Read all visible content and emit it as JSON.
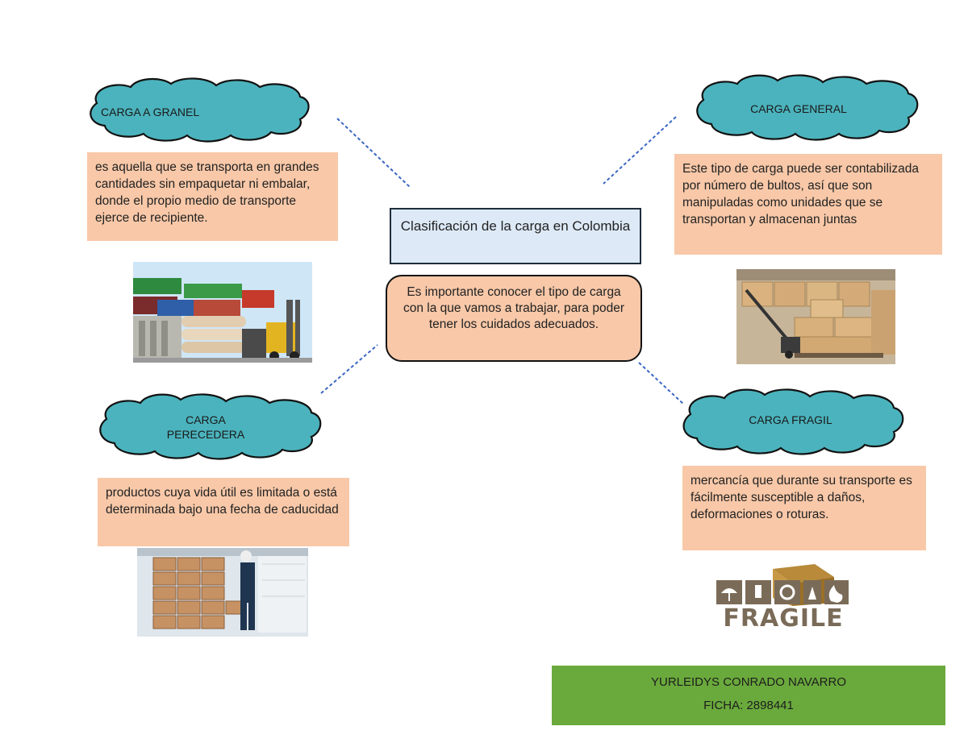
{
  "center": {
    "title": "Clasificación de la carga en Colombia",
    "note": "Es importante conocer el tipo de carga con la que vamos a trabajar, para poder tener los cuidados adecuados."
  },
  "granel": {
    "label": "CARGA A GRANEL",
    "text": "es aquella que se transporta en grandes cantidades sin empaquetar ni embalar, donde el propio medio de transporte ejerce de recipiente."
  },
  "general": {
    "label": "CARGA GENERAL",
    "text": "Este tipo de carga puede ser contabilizada por número de bultos, así que son manipuladas como unidades que se transportan y almacenan juntas"
  },
  "perecedera": {
    "label_line1": "CARGA",
    "label_line2": "PERECEDERA",
    "text": "productos cuya vida útil es limitada o está determinada bajo una fecha de caducidad"
  },
  "fragil": {
    "label": "CARGA FRAGIL",
    "text": "mercancía que durante su transporte es fácilmente susceptible a daños, deformaciones o roturas.",
    "logo_text": "FRAGILE"
  },
  "author": {
    "name": "YURLEIDYS CONRADO NAVARRO",
    "ficha": "FICHA: 2898441"
  },
  "colors": {
    "cloud": "#4bb3bd",
    "text_box": "#f8c8a8",
    "title_box": "#dde9f6",
    "author_box": "#6aaa3c",
    "connector": "#3a66c4"
  }
}
